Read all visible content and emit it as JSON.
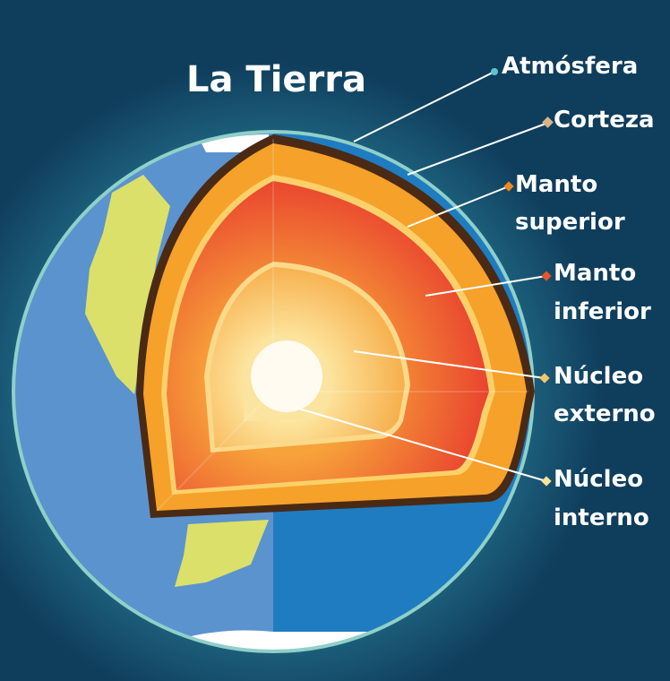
{
  "title": "La Tierra",
  "labels": [
    {
      "lines": [
        "Atmósfera"
      ],
      "marker_color": "#5ec4cf"
    },
    {
      "lines": [
        "Corteza"
      ],
      "marker_color": "#d7b48a"
    },
    {
      "lines": [
        "Manto",
        "superior"
      ],
      "marker_color": "#f08a1e"
    },
    {
      "lines": [
        "Manto",
        "inferior"
      ],
      "marker_color": "#e8552a"
    },
    {
      "lines": [
        "Núcleo",
        "externo"
      ],
      "marker_color": "#f6c56a"
    },
    {
      "lines": [
        "Núcleo",
        "interno"
      ],
      "marker_color": "#fbe39a"
    }
  ],
  "colors": {
    "background": "#0f3d5c",
    "ocean": "#4a8ecb",
    "land": "#dbe06a",
    "atmosphere": "#8fd0c8",
    "crust": "#f5a12a",
    "upper_mantle": "#e8432a",
    "outer_core": "#f9c25a",
    "inner_core": "#ffffff"
  }
}
